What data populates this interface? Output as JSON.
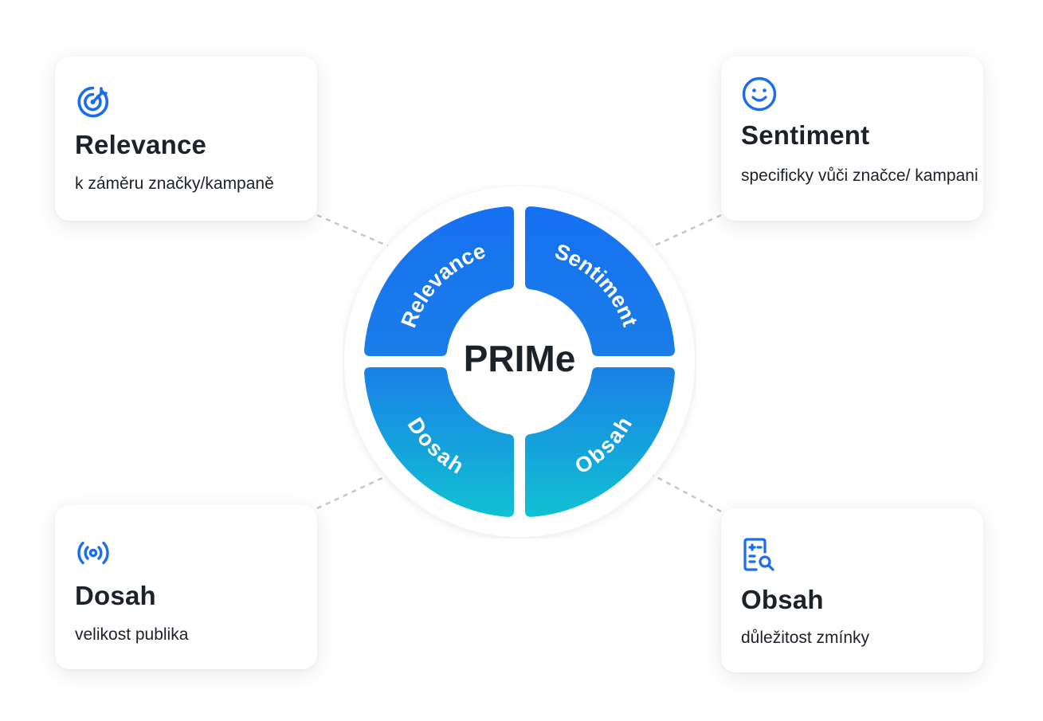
{
  "center": {
    "label": "PRIMe"
  },
  "segments": [
    {
      "id": "relevance",
      "label": "Relevance"
    },
    {
      "id": "sentiment",
      "label": "Sentiment"
    },
    {
      "id": "dosah",
      "label": "Dosah"
    },
    {
      "id": "obsah",
      "label": "Obsah"
    }
  ],
  "cards": {
    "relevance": {
      "icon": "target-icon",
      "title": "Relevance",
      "desc": "k záměru značky/kampaně"
    },
    "sentiment": {
      "icon": "smiley-icon",
      "title": "Sentiment",
      "desc": "specificky vůči značce/ kampani"
    },
    "dosah": {
      "icon": "broadcast-icon",
      "title": "Dosah",
      "desc": "velikost publika"
    },
    "obsah": {
      "icon": "document-search-icon",
      "title": "Obsah",
      "desc": "důležitost zmínky"
    }
  },
  "colors": {
    "accent": "#1a6cf0",
    "segment_top": "#1670f2",
    "segment_bottom": "#10c2d2",
    "text": "#1d2129",
    "connector": "#c4c7cc"
  }
}
